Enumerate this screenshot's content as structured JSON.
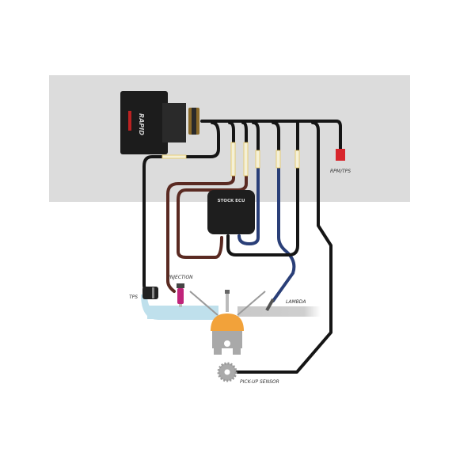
{
  "diagram": {
    "logo_text": "RAPID",
    "labels": {
      "stock_ecu": "STOCK ECU",
      "rpm_tps": "RPM/TPS",
      "injection": "INJECTION",
      "tps": "TPS",
      "lambda": "LAMBDA",
      "pickup": "PICK-UP SENSOR"
    },
    "colors": {
      "background_band": "#dcdcdc",
      "wire_black": "#151515",
      "wire_brown": "#5a2a22",
      "wire_blue": "#2a3f78",
      "piston_orange": "#f2a23a",
      "intake": "#bfe0ec",
      "terminal_red": "#d8262c"
    }
  }
}
